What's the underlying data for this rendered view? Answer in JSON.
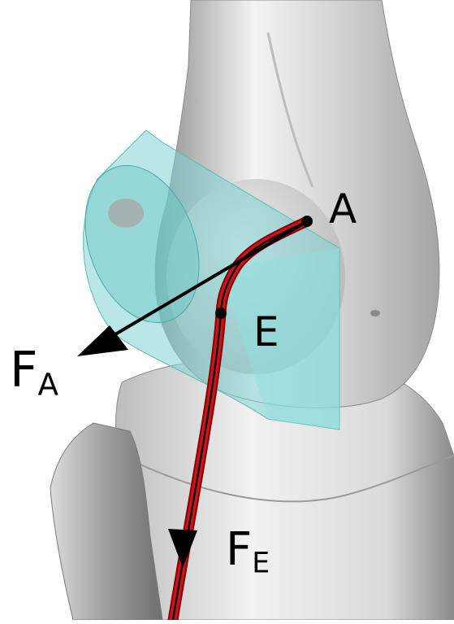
{
  "labels": {
    "point_a": "A",
    "point_e": "E",
    "force_a_main": "F",
    "force_a_sub": "A",
    "force_e_main": "F",
    "force_e_sub": "E"
  },
  "colors": {
    "bone": "#e6e6e6",
    "bone_shadow": "#9a9a9a",
    "cylinder": "#7fd3d3",
    "tendon": "#b01010",
    "arrow": "#000000"
  }
}
